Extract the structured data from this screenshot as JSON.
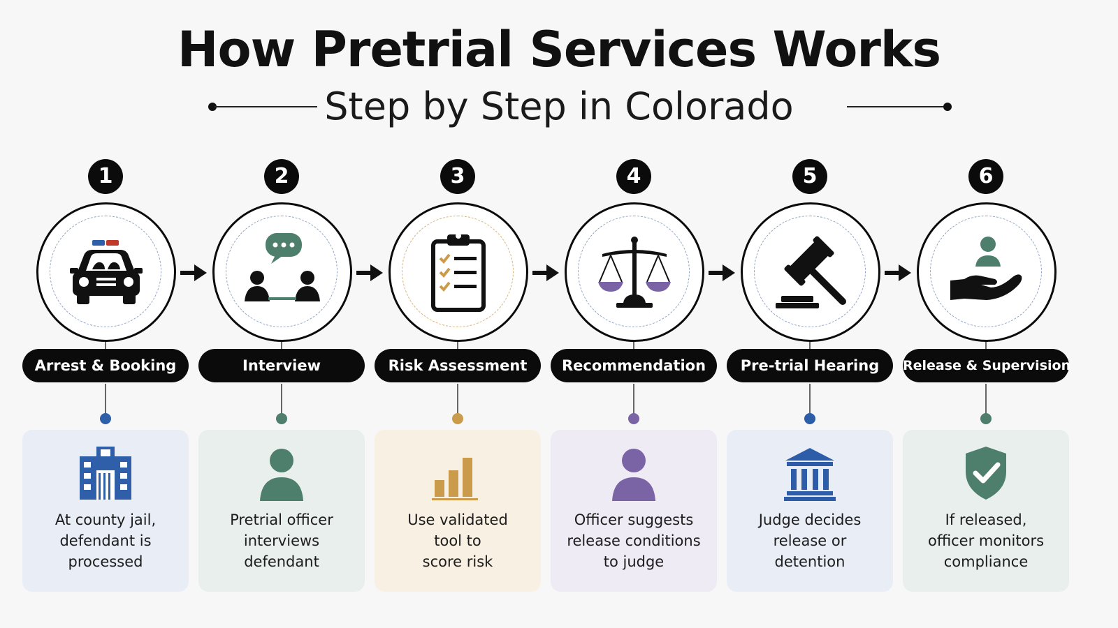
{
  "title": "How Pretrial Services Works",
  "subtitle": "Step by Step in Colorado",
  "steps": [
    {
      "number": "1",
      "label": "Arrest & Booking",
      "description": [
        "At county jail,",
        "defendant is",
        "processed"
      ],
      "icon": "police-car-icon",
      "card_icon": "jail-building-icon",
      "accent": "#2f5fa8",
      "card_bg": "#e9eef6"
    },
    {
      "number": "2",
      "label": "Interview",
      "description": [
        "Pretrial officer",
        "interviews",
        "defendant"
      ],
      "icon": "interview-icon",
      "card_icon": "person-icon",
      "accent": "#4e7f6c",
      "card_bg": "#e9efec"
    },
    {
      "number": "3",
      "label": "Risk Assessment",
      "description": [
        "Use validated",
        "tool to",
        "score risk"
      ],
      "icon": "checklist-clipboard-icon",
      "card_icon": "bar-chart-icon",
      "accent": "#c99b4a",
      "card_bg": "#f8f0e2"
    },
    {
      "number": "4",
      "label": "Recommendation",
      "description": [
        "Officer suggests",
        "release conditions",
        "to judge"
      ],
      "icon": "scales-of-justice-icon",
      "card_icon": "person-icon",
      "accent": "#7b64a6",
      "card_bg": "#eeebf4"
    },
    {
      "number": "5",
      "label": "Pre-trial Hearing",
      "description": [
        "Judge decides",
        "release or",
        "detention"
      ],
      "icon": "gavel-icon",
      "card_icon": "courthouse-icon",
      "accent": "#2d5da8",
      "card_bg": "#e9eef6"
    },
    {
      "number": "6",
      "label": "Release & Supervision",
      "description": [
        "If released,",
        "officer monitors",
        "compliance"
      ],
      "icon": "hand-with-person-icon",
      "card_icon": "shield-check-icon",
      "accent": "#4e7f6c",
      "card_bg": "#e9efec"
    }
  ]
}
